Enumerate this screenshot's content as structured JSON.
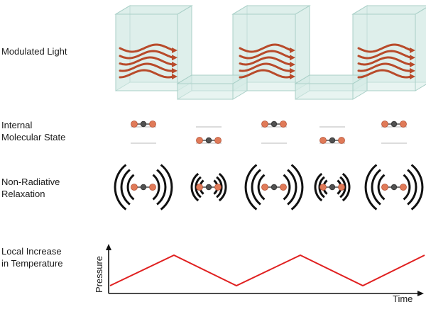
{
  "rows": {
    "modulated_light": "Modulated Light",
    "internal_state": "Internal\nMolecular State",
    "relaxation": "Non-Radiative\nRelaxation",
    "temperature": "Local Increase\nin Temperature"
  },
  "graph": {
    "ylabel": "Pressure",
    "xlabel": "Time"
  },
  "colors": {
    "box_fill": "#d5ebe6",
    "box_stroke": "#a9cfc7",
    "wave": "#b84a2a",
    "oxygen": "#e07a58",
    "carbon": "#505050",
    "arc": "#111111",
    "pressure_line": "#e02020"
  },
  "pulses": [
    "on",
    "off",
    "on",
    "off",
    "on"
  ],
  "icons": [
    "light-pulse-box-icon",
    "co2-molecule-icon",
    "heat-wave-arc-icon",
    "axis-arrow-icon"
  ]
}
